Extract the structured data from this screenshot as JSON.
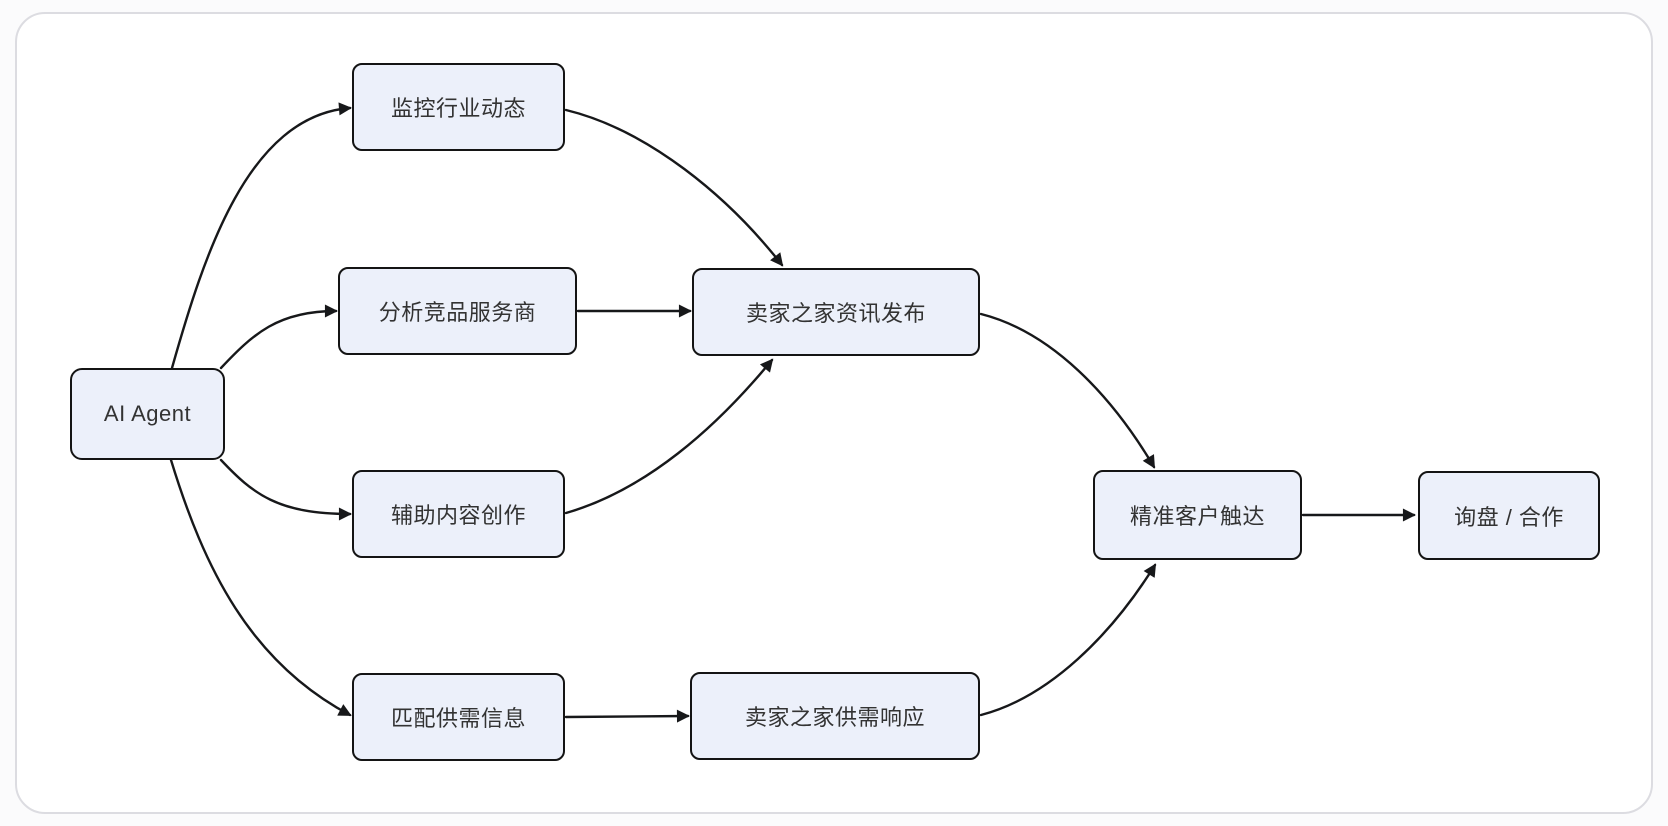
{
  "diagram": {
    "type": "flowchart",
    "direction": "left-to-right",
    "nodes": {
      "ai_agent": {
        "label": "AI Agent"
      },
      "monitor": {
        "label": "监控行业动态"
      },
      "analyze": {
        "label": "分析竞品服务商"
      },
      "content": {
        "label": "辅助内容创作"
      },
      "match": {
        "label": "匹配供需信息"
      },
      "news_publish": {
        "label": "卖家之家资讯发布"
      },
      "supply_response": {
        "label": "卖家之家供需响应"
      },
      "customer_reach": {
        "label": "精准客户触达"
      },
      "inquiry": {
        "label": "询盘 / 合作"
      }
    },
    "edges": [
      {
        "from": "ai_agent",
        "to": "monitor"
      },
      {
        "from": "ai_agent",
        "to": "analyze"
      },
      {
        "from": "ai_agent",
        "to": "content"
      },
      {
        "from": "ai_agent",
        "to": "match"
      },
      {
        "from": "monitor",
        "to": "news_publish"
      },
      {
        "from": "analyze",
        "to": "news_publish"
      },
      {
        "from": "content",
        "to": "news_publish"
      },
      {
        "from": "match",
        "to": "supply_response"
      },
      {
        "from": "news_publish",
        "to": "customer_reach"
      },
      {
        "from": "supply_response",
        "to": "customer_reach"
      },
      {
        "from": "customer_reach",
        "to": "inquiry"
      }
    ],
    "colors": {
      "node_fill": "#ecf0fa",
      "node_border": "#141414",
      "node_text": "#333333",
      "edge_stroke": "#17181a",
      "card_border": "#dcdce1",
      "card_background": "#ffffff",
      "page_background": "#fbfbfc"
    }
  }
}
